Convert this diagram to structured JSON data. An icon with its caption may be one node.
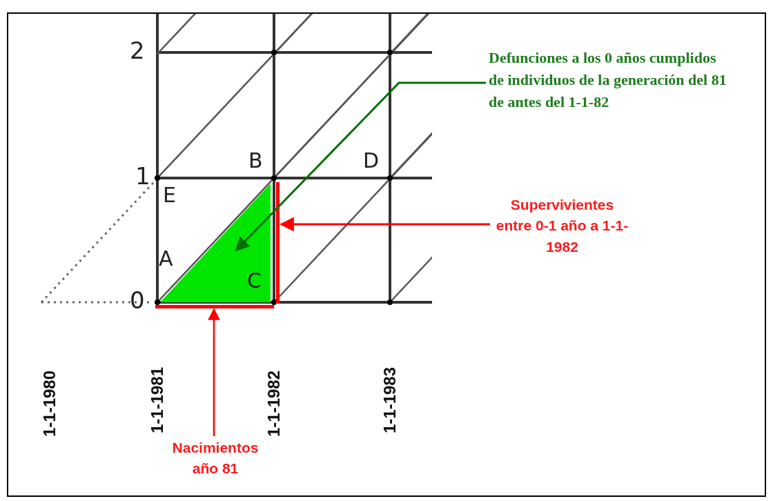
{
  "diagram": {
    "nodes": [
      {
        "text": [
          "Defunciones a los 0 años cumplidos de individuos de la generación del 81 de antes del 1-1-82"
        ]
      },
      {
        "text": [],
        "shape": "triangle"
      },
      {
        "text": [
          "Supervivientes entre 0-1 año a 1-1-1982"
        ]
      },
      {
        "text": [],
        "shape": "bar"
      },
      {
        "text": [
          "Nacimientos año 81"
        ]
      },
      {
        "text": [],
        "shape": "bar"
      }
    ],
    "edges": [
      {
        "from": 0,
        "to": 1,
        "arrow": "to",
        "color": "#006f00"
      },
      {
        "from": 2,
        "to": 3,
        "arrow": "to"
      },
      {
        "from": 4,
        "to": 5,
        "arrow": "to"
      }
    ],
    "labels": [
      "2",
      "B",
      "D",
      "1",
      "E",
      "A",
      "0",
      "C",
      "1-1-1980",
      "1-1-1981",
      "1-1-1982",
      "1-1-1983"
    ]
  }
}
